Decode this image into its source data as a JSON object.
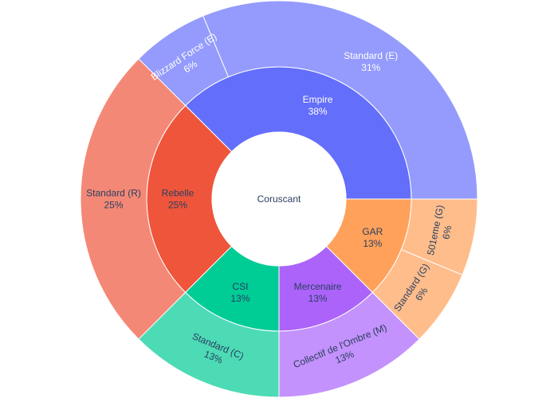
{
  "chart_data": {
    "type": "sunburst",
    "root": "Coruscant",
    "groups": [
      {
        "name": "Empire",
        "pct_label": "38%",
        "value": 37.5,
        "color": "#636efa",
        "children": [
          {
            "name": "Blizzard Force (E)",
            "pct_label": "6%",
            "value": 6.25,
            "color": "#949bfc"
          },
          {
            "name": "Standard (E)",
            "pct_label": "31%",
            "value": 31.25,
            "color": "#949bfc"
          }
        ]
      },
      {
        "name": "GAR",
        "pct_label": "13%",
        "value": 12.5,
        "color": "#ffa15a",
        "children": [
          {
            "name": "Standard (G)",
            "pct_label": "6%",
            "value": 6.25,
            "color": "#ffbd8c"
          },
          {
            "name": "501eme (G)",
            "pct_label": "6%",
            "value": 6.25,
            "color": "#ffbd8c"
          }
        ]
      },
      {
        "name": "Mercenaire",
        "pct_label": "13%",
        "value": 12.5,
        "color": "#ab63fa",
        "children": [
          {
            "name": "Collectif de l'Ombre (M)",
            "pct_label": "13%",
            "value": 12.5,
            "color": "#c492fc"
          }
        ]
      },
      {
        "name": "CSI",
        "pct_label": "13%",
        "value": 12.5,
        "color": "#00cc96",
        "children": [
          {
            "name": "Standard (C)",
            "pct_label": "13%",
            "value": 12.5,
            "color": "#4ddbb6"
          }
        ]
      },
      {
        "name": "Rebelle",
        "pct_label": "25%",
        "value": 25,
        "color": "#ef553b",
        "children": [
          {
            "name": "Standard (R)",
            "pct_label": "25%",
            "value": 25,
            "color": "#f48876"
          }
        ]
      }
    ]
  }
}
